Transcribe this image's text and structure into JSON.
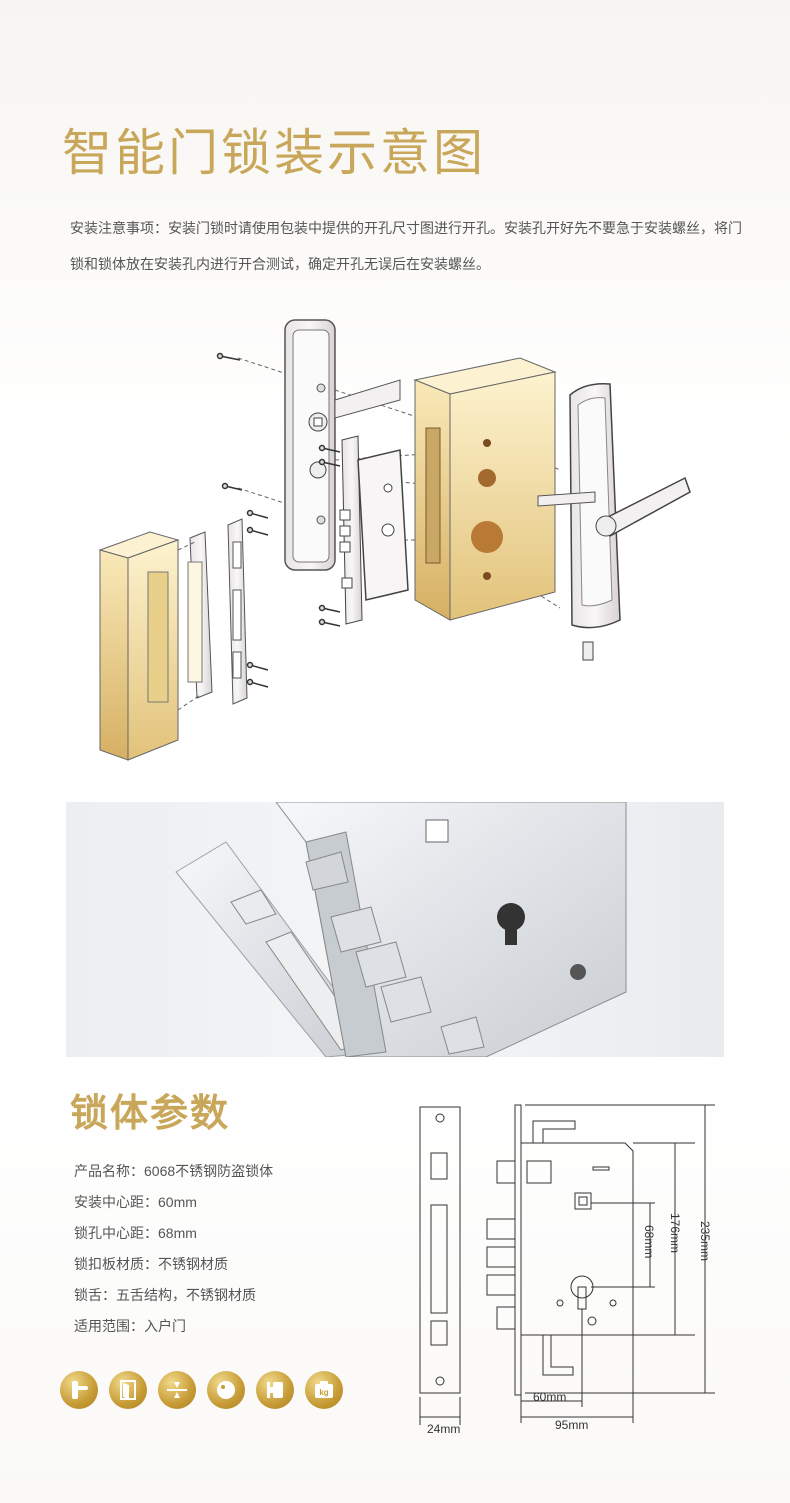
{
  "header": {
    "title": "智能门锁装示意图",
    "note": "安装注意事项：安装门锁时请使用包装中提供的开孔尺寸图进行开孔。安装孔开好先不要急于安装螺丝，将门锁和锁体放在安装孔内进行开合测试，确定开孔无误后在安装螺丝。"
  },
  "params": {
    "title": "锁体参数",
    "items": [
      "产品名称：6068不锈钢防盗锁体",
      "安装中心距：60mm",
      "锁孔中心距：68mm",
      "锁扣板材质：不锈钢材质",
      "锁舌：五舌结构，不锈钢材质",
      "适用范围：入户门"
    ]
  },
  "icons": [
    "handle-icon",
    "door-icon",
    "center-distance-icon",
    "lock-cylinder-icon",
    "latch-icon",
    "weight-icon"
  ],
  "icon_text": {
    "weight": "kg"
  },
  "dimensions": {
    "strike_width": "24mm",
    "backset": "60mm",
    "body_width": "95mm",
    "hole_distance": "68mm",
    "body_height": "176mm",
    "total_height": "235mm"
  },
  "colors": {
    "gold": "#c9a75a",
    "text": "#555555",
    "line": "#333333"
  }
}
